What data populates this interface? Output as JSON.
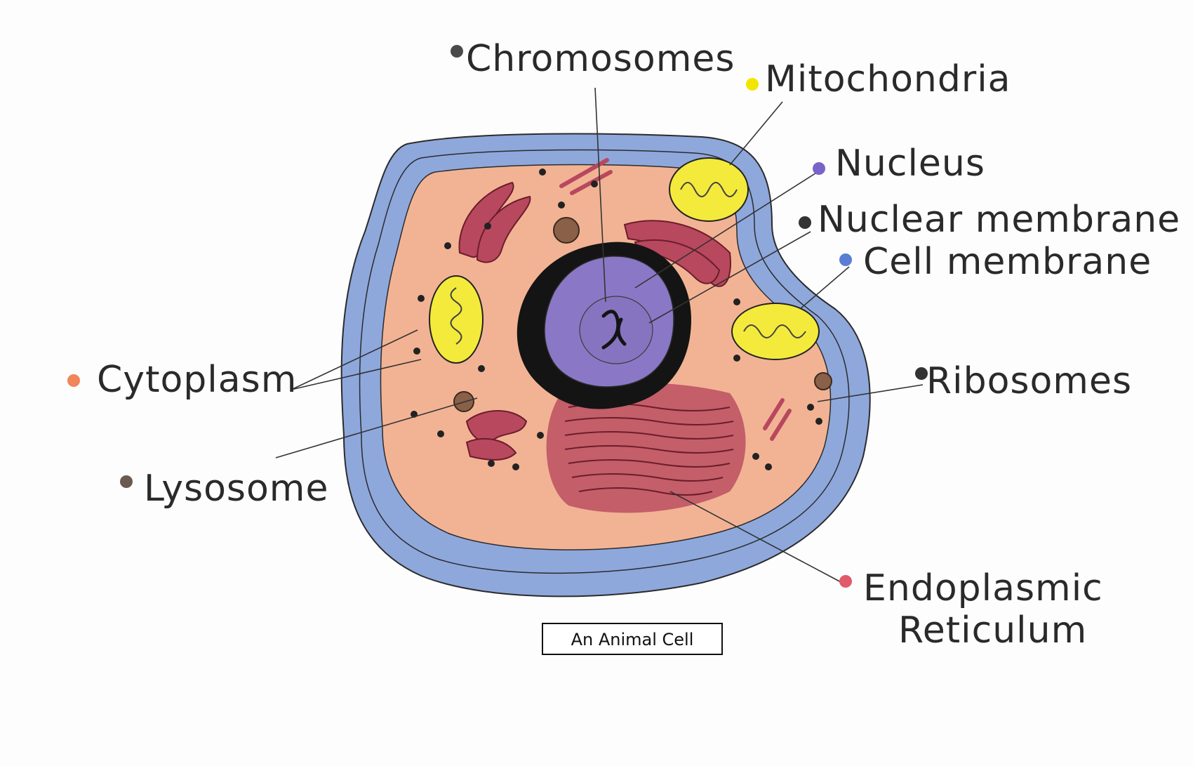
{
  "caption": "An Animal Cell",
  "labels": {
    "chromosomes": {
      "text": "Chromosomes",
      "dot_color": "#4a4a4a"
    },
    "mitochondria": {
      "text": "Mitochondria",
      "dot_color": "#f2e600"
    },
    "nucleus": {
      "text": "Nucleus",
      "dot_color": "#7a63c8"
    },
    "nuclear_membrane": {
      "text": "Nuclear membrane",
      "dot_color": "#333333"
    },
    "cell_membrane": {
      "text": "Cell membrane",
      "dot_color": "#5a7ed6"
    },
    "cytoplasm": {
      "text": "Cytoplasm",
      "dot_color": "#f0865a"
    },
    "ribosomes": {
      "text": "Ribosomes",
      "dot_color": "#333333"
    },
    "lysosome": {
      "text": "Lysosome",
      "dot_color": "#6b5a50"
    },
    "er_line1": {
      "text": "Endoplasmic",
      "dot_color": "#e05a6a"
    },
    "er_line2": {
      "text": "Reticulum"
    }
  },
  "colors": {
    "outer_blue": "#8ea8dc",
    "cytoplasm": "#f2b394",
    "nucleus": "#8a78c6",
    "nuclear_membrane": "#141414",
    "mitochondria": "#f4ea3c",
    "golgi_er": "#b8485e",
    "lysosome": "#8a6048"
  }
}
